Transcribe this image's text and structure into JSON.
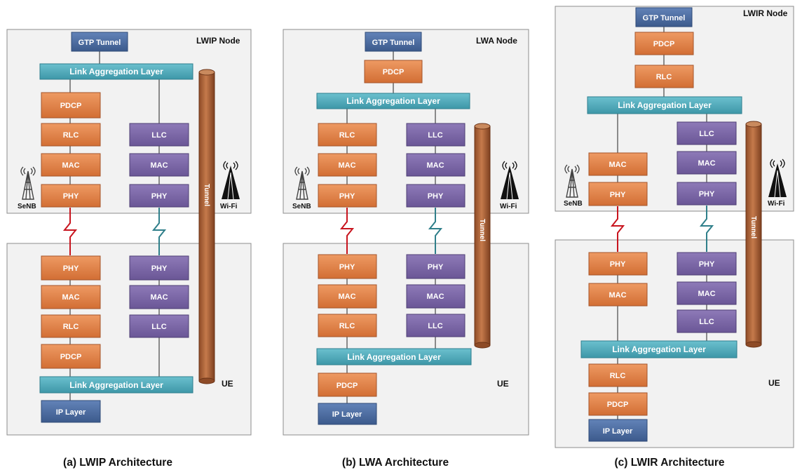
{
  "colors": {
    "orange_box": "#E07E45",
    "purple_box": "#7B66A6",
    "teal_box": "#4FA9B9",
    "blue_box": "#4A6A9E",
    "tunnel": "#B0643A",
    "red_link": "#C8141E",
    "teal_link": "#2F7F8A",
    "panel_fill": "#F2F2F2",
    "panel_border": "#8C8C8C"
  },
  "icons": {
    "cell_tower": "cell-tower-icon",
    "wifi_tower": "wifi-tower-icon"
  },
  "common": {
    "senb": "SeNB",
    "wifi": "Wi-Fi",
    "ue": "UE",
    "tunnel": "Tunnel"
  },
  "diagrams": [
    {
      "id": "lwip",
      "node_title": "LWIP Node",
      "caption": "(a) LWIP Architecture",
      "top": {
        "gtp": "GTP Tunnel",
        "lal": "Link Aggregation Layer",
        "left": [
          "PDCP",
          "RLC",
          "MAC",
          "PHY"
        ],
        "right": [
          "LLC",
          "MAC",
          "PHY"
        ]
      },
      "bottom": {
        "left": [
          "PHY",
          "MAC",
          "RLC",
          "PDCP"
        ],
        "right": [
          "PHY",
          "MAC",
          "LLC"
        ],
        "lal": "Link Aggregation Layer",
        "ip": "IP Layer"
      }
    },
    {
      "id": "lwa",
      "node_title": "LWA Node",
      "caption": "(b) LWA Architecture",
      "top": {
        "gtp": "GTP Tunnel",
        "pdcp": "PDCP",
        "lal": "Link Aggregation Layer",
        "left": [
          "RLC",
          "MAC",
          "PHY"
        ],
        "right": [
          "LLC",
          "MAC",
          "PHY"
        ]
      },
      "bottom": {
        "left": [
          "PHY",
          "MAC",
          "RLC"
        ],
        "right": [
          "PHY",
          "MAC",
          "LLC"
        ],
        "lal": "Link Aggregation Layer",
        "pdcp": "PDCP",
        "ip": "IP Layer"
      }
    },
    {
      "id": "lwir",
      "node_title": "LWIR Node",
      "caption": "(c) LWIR Architecture",
      "top": {
        "gtp": "GTP Tunnel",
        "pdcp": "PDCP",
        "rlc": "RLC",
        "lal": "Link Aggregation Layer",
        "left": [
          "MAC",
          "PHY"
        ],
        "right": [
          "LLC",
          "MAC",
          "PHY"
        ]
      },
      "bottom": {
        "left": [
          "PHY",
          "MAC"
        ],
        "right": [
          "PHY",
          "MAC",
          "LLC"
        ],
        "lal": "Link Aggregation Layer",
        "lower": [
          "RLC",
          "PDCP",
          "IP Layer"
        ]
      }
    }
  ]
}
